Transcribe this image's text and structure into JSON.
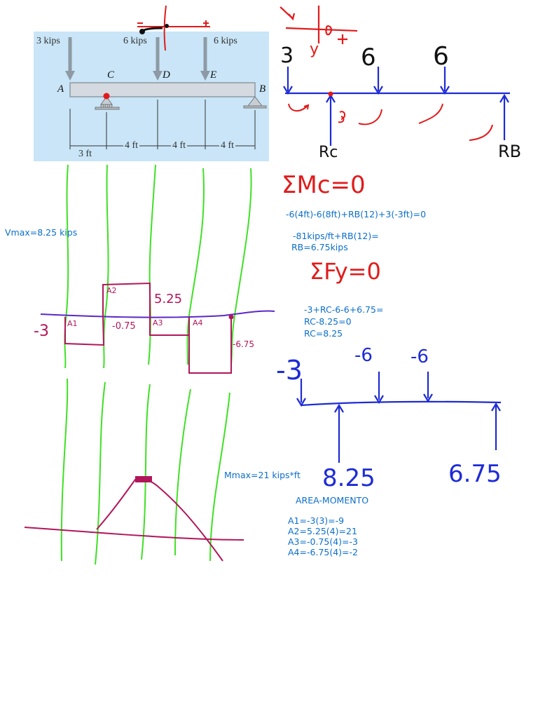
{
  "textbook_figure": {
    "loads": [
      "3 kips",
      "6 kips",
      "6 kips"
    ],
    "points": [
      "A",
      "C",
      "D",
      "E",
      "B"
    ],
    "dims": [
      "3 ft",
      "4 ft",
      "4 ft",
      "4 ft"
    ]
  },
  "fbd": {
    "top_loads": [
      "3",
      "6",
      "6"
    ],
    "reaction_labels": [
      "Rc",
      "RB"
    ],
    "sign_labels": [
      "+",
      "y"
    ]
  },
  "equations": {
    "sum_mc_title": "ΣMc=0",
    "sum_mc_line1": "-6(4ft)-6(8ft)+RB(12)+3(-3ft)=0",
    "sum_mc_line2": "-81kips/ft+RB(12)=",
    "sum_mc_line3": "RB=6.75kips",
    "sum_fy_title": "ΣFy=0",
    "sum_fy_line1": "-3+RC-6-6+6.75=",
    "sum_fy_line2": "RC-8.25=0",
    "sum_fy_line3": "RC=8.25"
  },
  "shear": {
    "vmax": "Vmax=8.25 kips",
    "values": [
      "-3",
      "5.25",
      "-0.75",
      "-6.75"
    ],
    "areas": [
      "A1",
      "A2",
      "A3",
      "A4"
    ]
  },
  "fbd2": {
    "loads": [
      "-3",
      "-6",
      "-6"
    ],
    "reactions": [
      "8.25",
      "6.75"
    ]
  },
  "moment": {
    "mmax": "Mmax=21 kips*ft",
    "title": "AREA-MOMENTO",
    "lines": [
      "A1=-3(3)=-9",
      "A2=5.25(4)=21",
      "A3=-0.75(4)=-3",
      "A4=-6.75(4)=-2"
    ]
  },
  "colors": {
    "typed": "#0b6fc9",
    "red_ink": "#e11b1b",
    "blue_ink": "#1d2bd6",
    "green_ink": "#3fe024",
    "magenta_ink": "#b0175a",
    "panel": "#c9e5f7"
  }
}
